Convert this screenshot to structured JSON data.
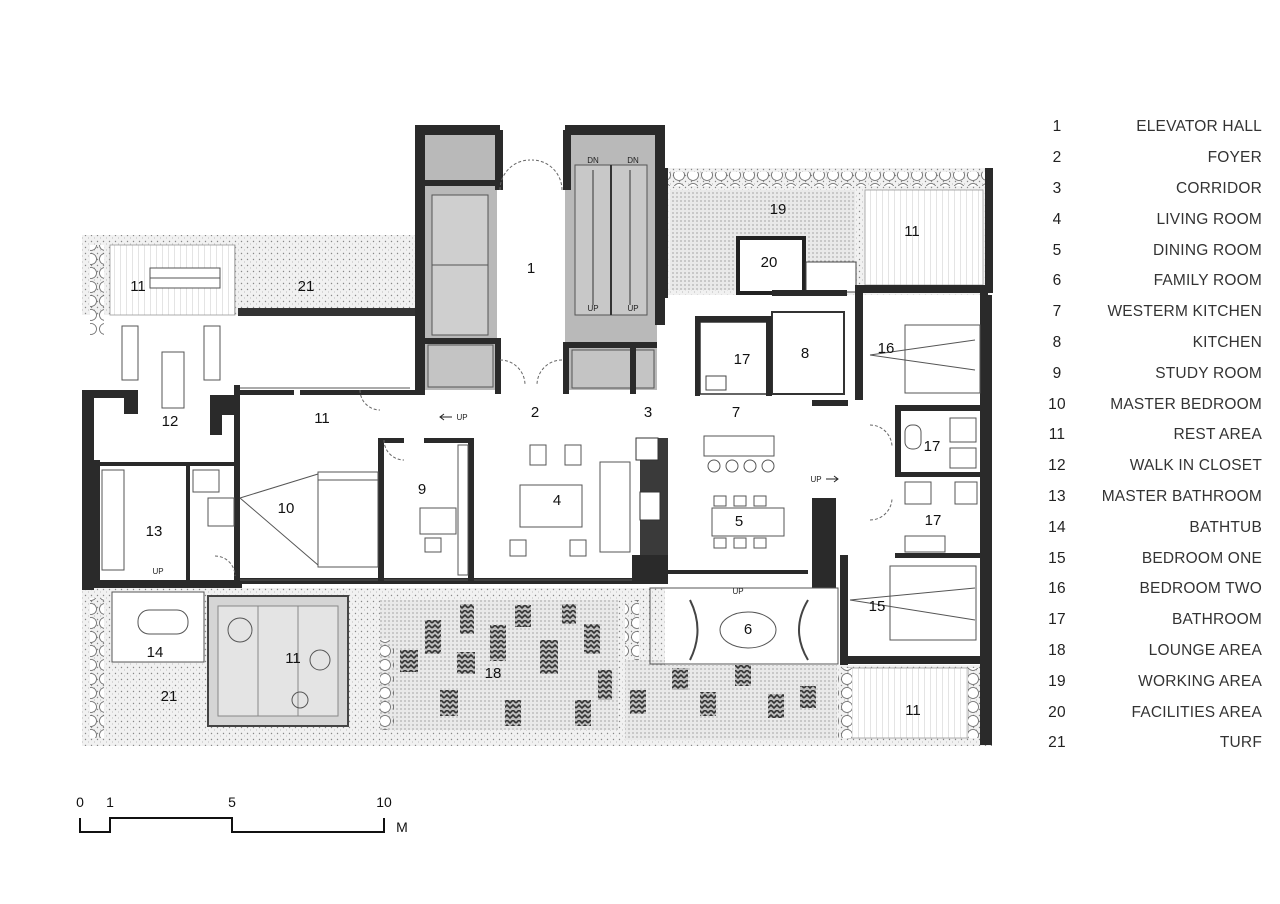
{
  "legend": [
    {
      "number": "1",
      "name": "ELEVATOR HALL"
    },
    {
      "number": "2",
      "name": "FOYER"
    },
    {
      "number": "3",
      "name": "CORRIDOR"
    },
    {
      "number": "4",
      "name": "LIVING ROOM"
    },
    {
      "number": "5",
      "name": "DINING ROOM"
    },
    {
      "number": "6",
      "name": "FAMILY ROOM"
    },
    {
      "number": "7",
      "name": "WESTERM KITCHEN"
    },
    {
      "number": "8",
      "name": "KITCHEN"
    },
    {
      "number": "9",
      "name": "STUDY ROOM"
    },
    {
      "number": "10",
      "name": "MASTER BEDROOM"
    },
    {
      "number": "11",
      "name": "REST AREA"
    },
    {
      "number": "12",
      "name": "WALK IN CLOSET"
    },
    {
      "number": "13",
      "name": "MASTER BATHROOM"
    },
    {
      "number": "14",
      "name": "BATHTUB"
    },
    {
      "number": "15",
      "name": "BEDROOM ONE"
    },
    {
      "number": "16",
      "name": "BEDROOM TWO"
    },
    {
      "number": "17",
      "name": "BATHROOM"
    },
    {
      "number": "18",
      "name": "LOUNGE AREA"
    },
    {
      "number": "19",
      "name": "WORKING AREA"
    },
    {
      "number": "20",
      "name": "FACILITIES AREA"
    },
    {
      "number": "21",
      "name": "TURF"
    }
  ],
  "plan_labels": {
    "elevator_hall": "1",
    "foyer": "2",
    "corridor": "3",
    "living_room": "4",
    "dining_room": "5",
    "family_room": "6",
    "western_kitchen": "7",
    "kitchen": "8",
    "study_room": "9",
    "master_bedroom": "10",
    "rest_area_nw": "11",
    "rest_area_mid": "11",
    "rest_area_pool": "11",
    "rest_area_ne": "11",
    "rest_area_se": "11",
    "walk_in_closet": "12",
    "master_bathroom": "13",
    "bathtub": "14",
    "bedroom_one": "15",
    "bedroom_two": "16",
    "bathroom_kitchen": "17",
    "bathroom_east_upper": "17",
    "bathroom_east_lower": "17",
    "lounge_area": "18",
    "working_area": "19",
    "facilities_area": "20",
    "turf_nw": "21",
    "turf_sw": "21"
  },
  "annotations": {
    "dn_left": "DN",
    "dn_right": "DN",
    "up_stair_left": "UP",
    "up_stair_right": "UP",
    "up_foyer": "UP",
    "up_bath": "UP",
    "up_dining": "UP",
    "up_family": "UP"
  },
  "scale_bar": {
    "ticks": [
      "0",
      "1",
      "5",
      "10"
    ],
    "unit": "M"
  }
}
